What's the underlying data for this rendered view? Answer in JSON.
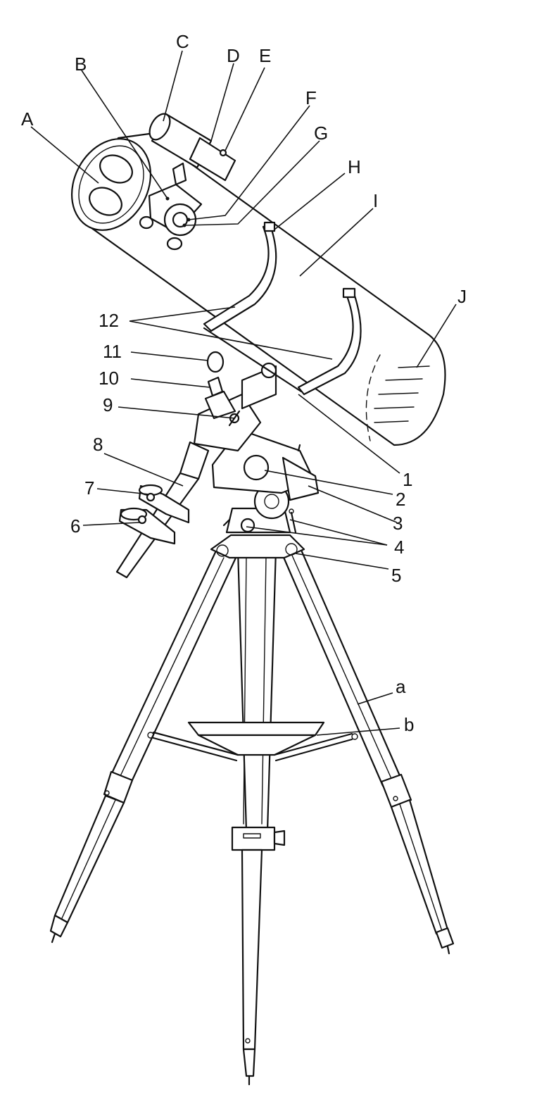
{
  "labels": {
    "A": "A",
    "B": "B",
    "C": "C",
    "D": "D",
    "E": "E",
    "F": "F",
    "G": "G",
    "H": "H",
    "I": "I",
    "J": "J",
    "n1": "1",
    "n2": "2",
    "n3": "3",
    "n4": "4",
    "n5": "5",
    "n6": "6",
    "n7": "7",
    "n8": "8",
    "n9": "9",
    "n10": "10",
    "n11": "11",
    "n12": "12",
    "a": "a",
    "b": "b"
  }
}
